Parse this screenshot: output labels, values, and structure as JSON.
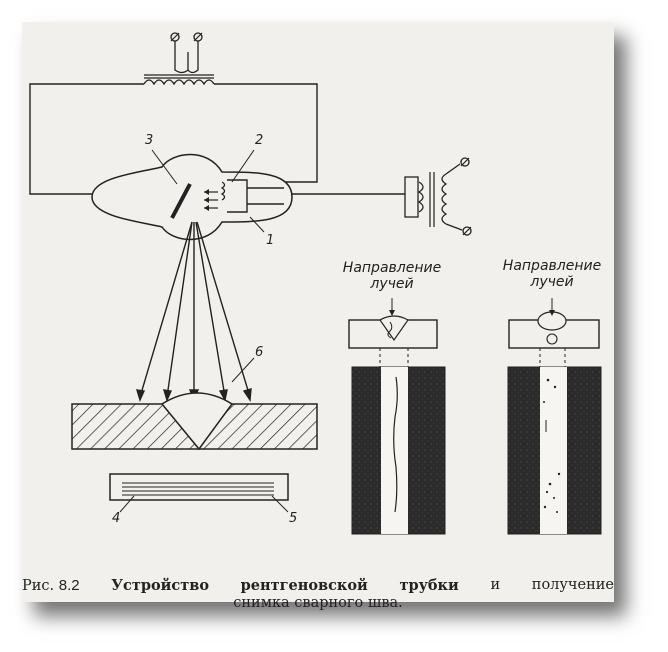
{
  "labels": {
    "n1": "1",
    "n2": "2",
    "n3": "3",
    "n4": "4",
    "n5": "5",
    "n6": "6"
  },
  "ray_direction": {
    "left_line1": "Направление",
    "left_line2": "лучей",
    "right_line1": "Направление",
    "right_line2": "лучей"
  },
  "caption": {
    "prefix": "Рис.",
    "number": "8.2",
    "text_line1_words": [
      "Устройство",
      "рентгеновской",
      "трубки",
      "и",
      "получение"
    ],
    "text_line2": "снимка сварного шва."
  },
  "colors": {
    "paper": "#f1f0ec",
    "ink": "#222222",
    "film_dark": "#2b2b2b"
  }
}
